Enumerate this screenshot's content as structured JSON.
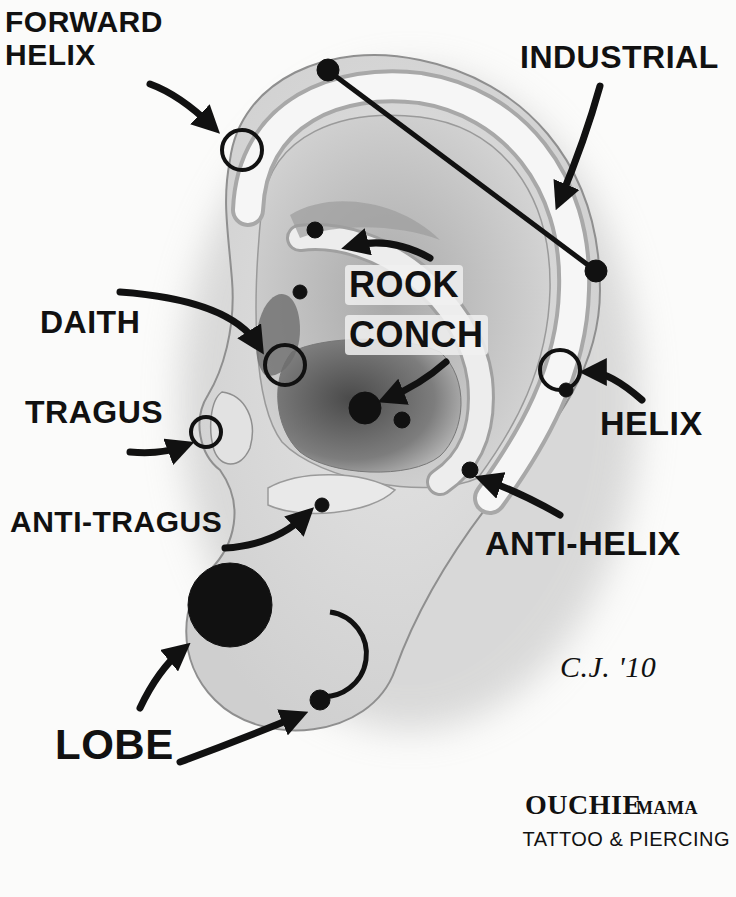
{
  "diagram": {
    "labels": [
      "FORWARD HELIX",
      "INDUSTRIAL",
      "ROOK",
      "CONCH",
      "DAITH",
      "TRAGUS",
      "HELIX",
      "ANTI-TRAGUS",
      "ANTI-HELIX",
      "LOBE",
      "C.J. '10",
      "OUCHIE",
      "MAMA",
      "TATTOO & PIERCING"
    ]
  }
}
